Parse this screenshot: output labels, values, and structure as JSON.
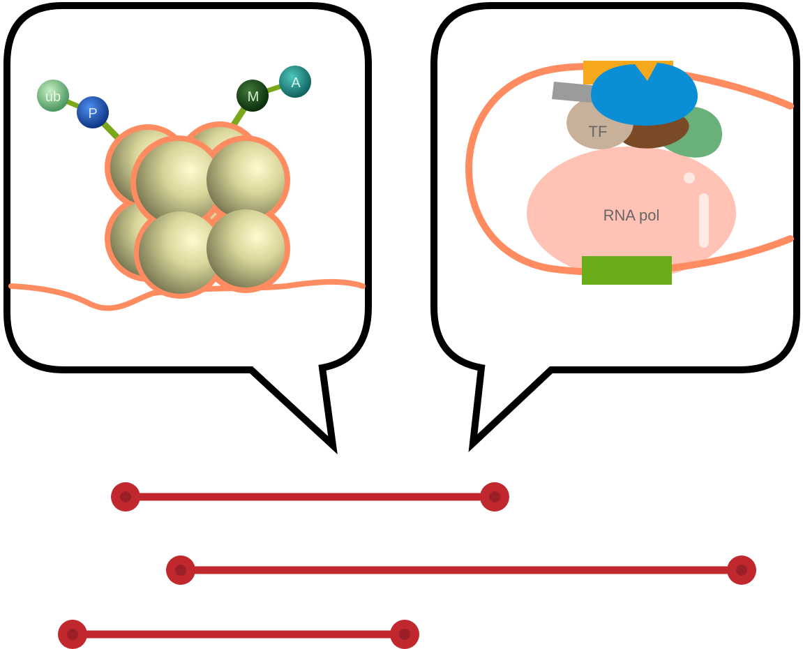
{
  "nucleosome_panel": {
    "marks": [
      {
        "label": "ub",
        "color": "#5fae6e"
      },
      {
        "label": "P",
        "color": "#0b3fa0"
      },
      {
        "label": "M",
        "color": "#0f3b12"
      },
      {
        "label": "A",
        "color": "#0d7a72"
      }
    ],
    "histone_color": "#c9c88a",
    "dna_color": "#ff8c61",
    "tail_color": "#7aa81a"
  },
  "transcription_panel": {
    "tf_label": "TF",
    "rnapol_label": "RNA pol",
    "colors": {
      "rna_pol": "#ffc2b4",
      "tf": "#c8b19a",
      "coactivator_blue": "#0a8fd6",
      "orange_block": "#f5a81c",
      "gray_bar": "#9b9b9b",
      "brown": "#7a4a26",
      "green_blob": "#69b07a",
      "green_rect": "#6aad1b",
      "dna": "#ff8c61"
    }
  },
  "segments": {
    "color": "#c0282e",
    "count": 3
  }
}
